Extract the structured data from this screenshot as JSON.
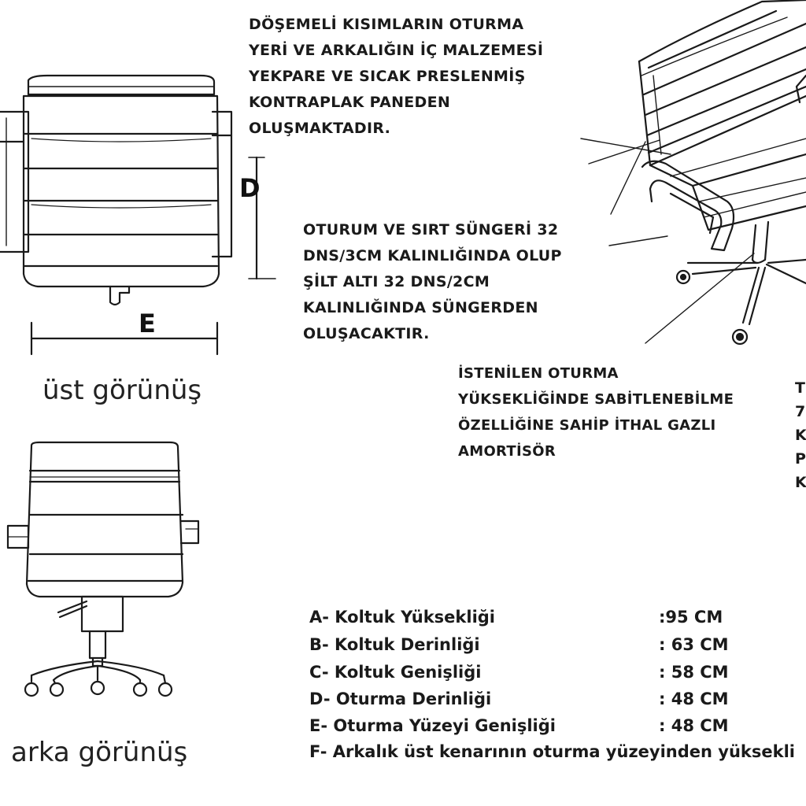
{
  "notes": {
    "interior": [
      "DÖŞEMELİ KISIMLARIN OTURMA",
      "YERİ VE ARKALIĞIN İÇ MALZEMESİ",
      "YEKPARE VE SICAK PRESLENMİŞ",
      "KONTRAPLAK PANEDEN",
      "OLUŞMAKTADIR."
    ],
    "foam": [
      "OTURUM VE SIRT SÜNGERİ 32",
      "DNS/3CM KALINLIĞINDA OLUP",
      "ŞİLT ALTI 32 DNS/2CM",
      "KALINLIĞINDA SÜNGERDEN",
      "OLUŞACAKTIR."
    ],
    "gas": [
      "İSTENİLEN OTURMA",
      "YÜKSEKLİĞİNDE SABİTLENEBİLME",
      "ÖZELLİĞİNE SAHİP İTHAL GAZLI",
      "AMORTİSÖR"
    ],
    "cut_right": [
      "T",
      "7",
      "K",
      "P",
      "K"
    ]
  },
  "views": {
    "top": "üst görünüş",
    "back": "arka görünüş"
  },
  "dimension_letters": {
    "depth": "D",
    "width": "E"
  },
  "specs": [
    {
      "label": "A- Koltuk Yüksekliği",
      "value": ":95 CM"
    },
    {
      "label": "B- Koltuk Derinliği",
      "value": ":  63 CM"
    },
    {
      "label": "C- Koltuk Genişliği",
      "value": ":  58 CM"
    },
    {
      "label": "D- Oturma Derinliği",
      "value": ":  48 CM"
    },
    {
      "label": "E- Oturma Yüzeyi Genişliği",
      "value": ":  48 CM"
    },
    {
      "label": "F- Arkalık üst kenarının oturma yüzeyinden yüksekli",
      "value": ""
    }
  ]
}
